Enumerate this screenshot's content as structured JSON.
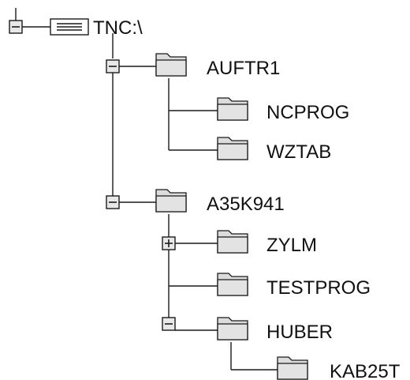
{
  "tree": {
    "root": {
      "label": "TNC:\\",
      "toggle": "−"
    },
    "nodes": [
      {
        "id": "auftr1",
        "label": "AUFTR1",
        "toggle": "−"
      },
      {
        "id": "ncprog",
        "label": "NCPROG"
      },
      {
        "id": "wztab",
        "label": "WZTAB"
      },
      {
        "id": "a35k941",
        "label": "A35K941",
        "toggle": "−"
      },
      {
        "id": "zylm",
        "label": "ZYLM",
        "toggle": "+"
      },
      {
        "id": "testprog",
        "label": "TESTPROG"
      },
      {
        "id": "huber",
        "label": "HUBER",
        "toggle": "−"
      },
      {
        "id": "kab25t",
        "label": "KAB25T"
      }
    ]
  },
  "colors": {
    "line": "#1a1a1a",
    "folder_fill": "#dcdcdc",
    "box_fill": "#e8e8e8"
  },
  "icons": {
    "folder": "folder-icon",
    "drive": "drive-icon",
    "expand": "expand-icon",
    "collapse": "collapse-icon"
  }
}
